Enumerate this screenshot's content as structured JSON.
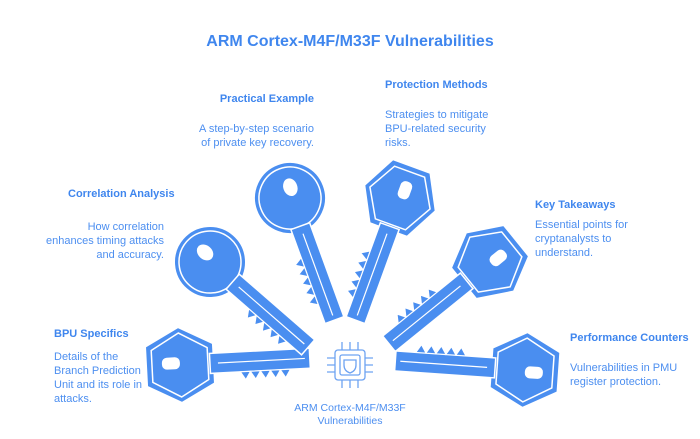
{
  "title": "ARM Cortex-M4F/M33F Vulnerabilities",
  "center_label": "ARM Cortex-M4F/M33F Vulnerabilities",
  "colors": {
    "key": "#4a8ef0",
    "text": "#4d8ff0"
  },
  "items": [
    {
      "title": "BPU Specifics",
      "desc": "Details of the Branch Prediction Unit and its role in attacks."
    },
    {
      "title": "Correlation Analysis",
      "desc": "How correlation enhances timing attacks and accuracy."
    },
    {
      "title": "Practical Example",
      "desc": "A step-by-step scenario of private key recovery."
    },
    {
      "title": "Protection Methods",
      "desc": "Strategies to mitigate BPU-related security risks."
    },
    {
      "title": "Key Takeaways",
      "desc": "Essential points for cryptanalysts to understand."
    },
    {
      "title": "Performance Counters",
      "desc": "Vulnerabilities in PMU register protection."
    }
  ]
}
